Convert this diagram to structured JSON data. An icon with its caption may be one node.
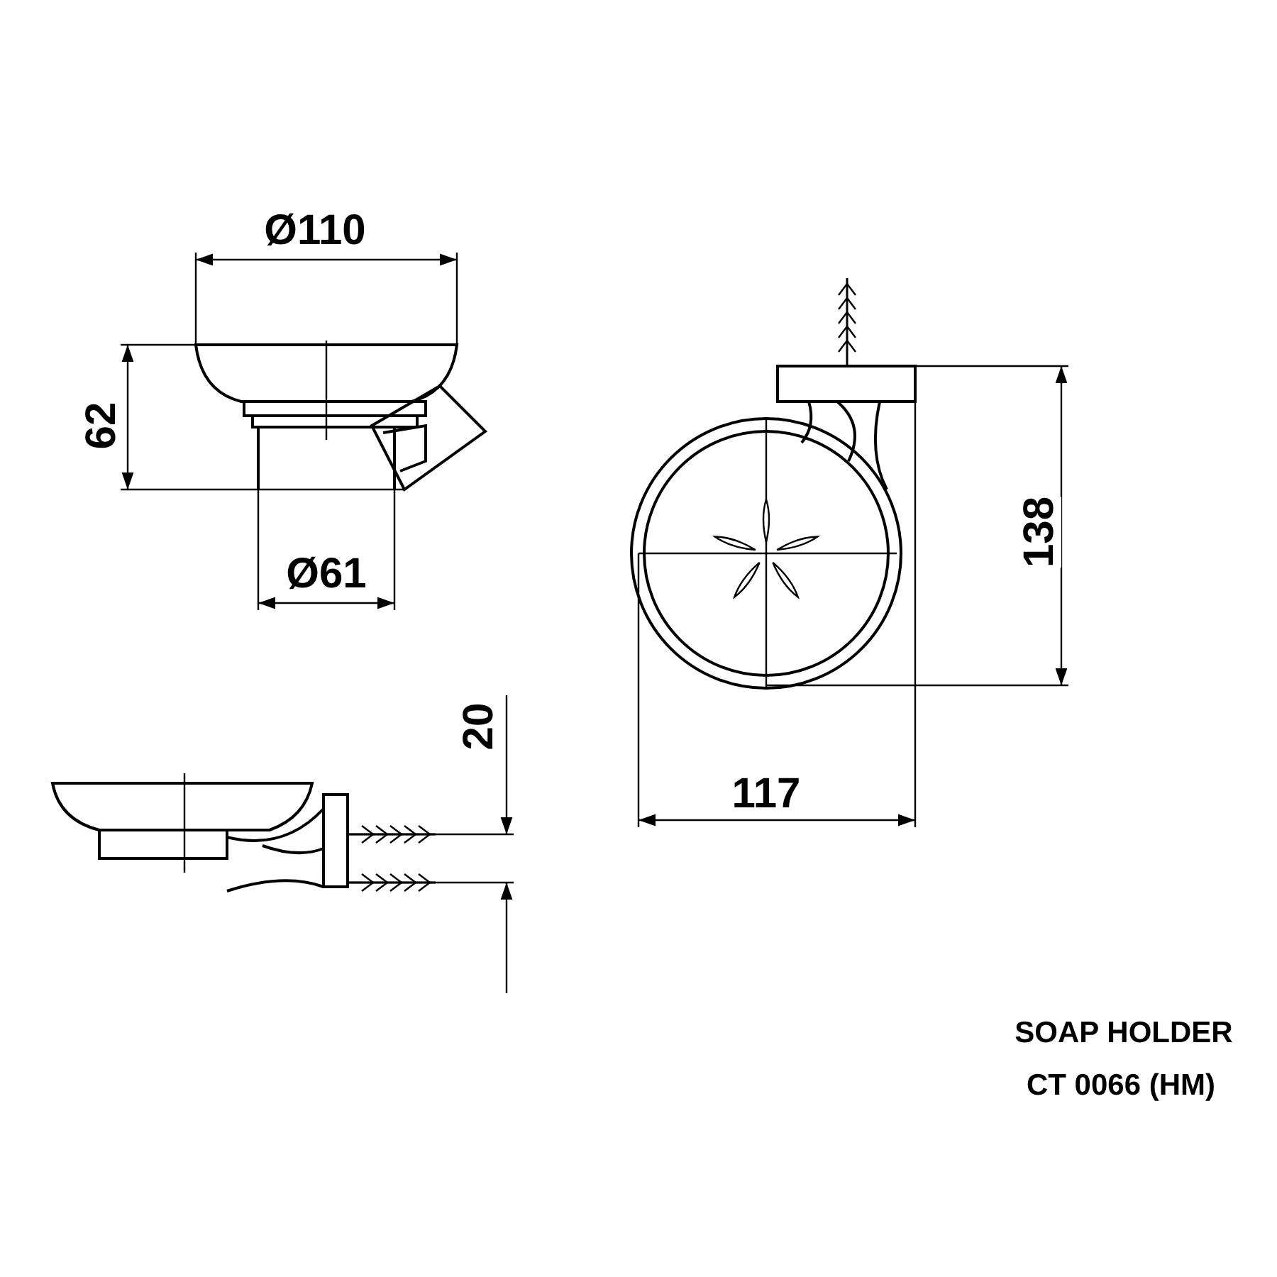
{
  "diagram": {
    "labels": [
      "Ø110",
      "62",
      "138",
      "Ø61",
      "20",
      "117",
      "SOAP HOLDER",
      "CT 0066 (HM)"
    ]
  }
}
